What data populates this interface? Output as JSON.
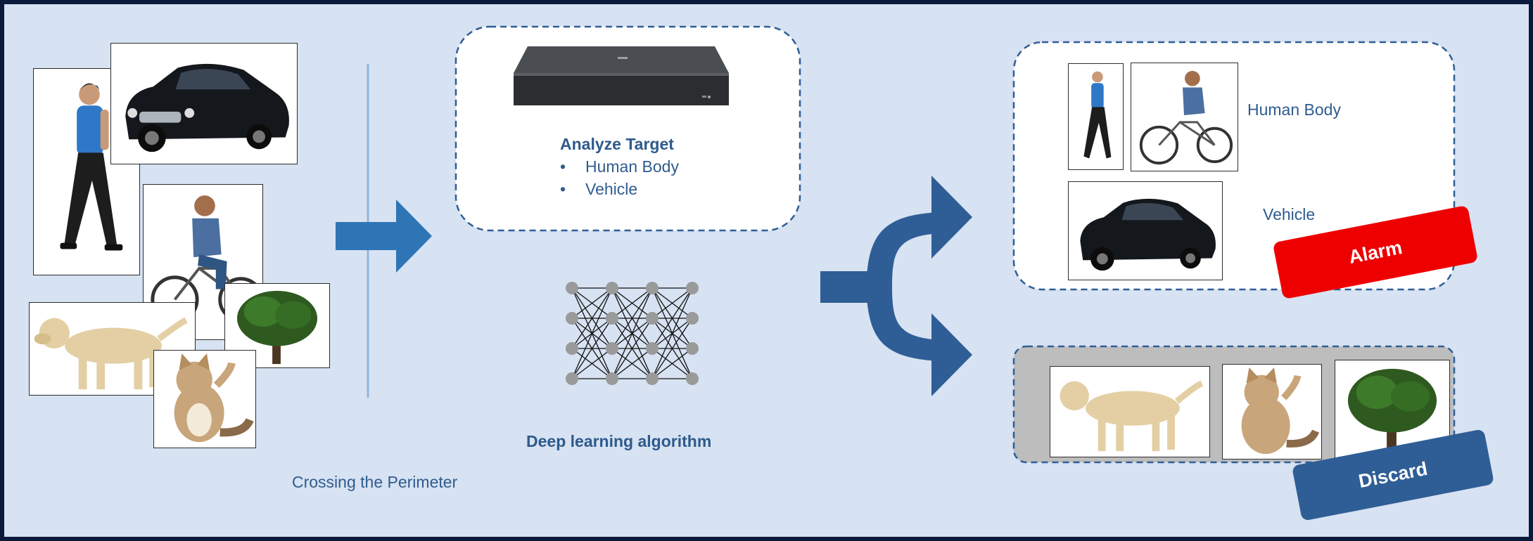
{
  "colors": {
    "background": "#d7e2f2",
    "frame": "#0b1a3a",
    "arrow_light": "#2e75b6",
    "arrow_dark": "#2f5e96",
    "alarm": "#ee0000",
    "discard": "#2f5e96",
    "text": "#2f5c8f"
  },
  "left": {
    "caption": "Crossing the Perimeter"
  },
  "analyze": {
    "title": "Analyze Target",
    "items": [
      "Human Body",
      "Vehicle"
    ]
  },
  "algorithm": {
    "caption": "Deep learning algorithm"
  },
  "results": {
    "human_label": "Human Body",
    "vehicle_label": "Vehicle",
    "alarm_label": "Alarm",
    "discard_label": "Discard"
  }
}
